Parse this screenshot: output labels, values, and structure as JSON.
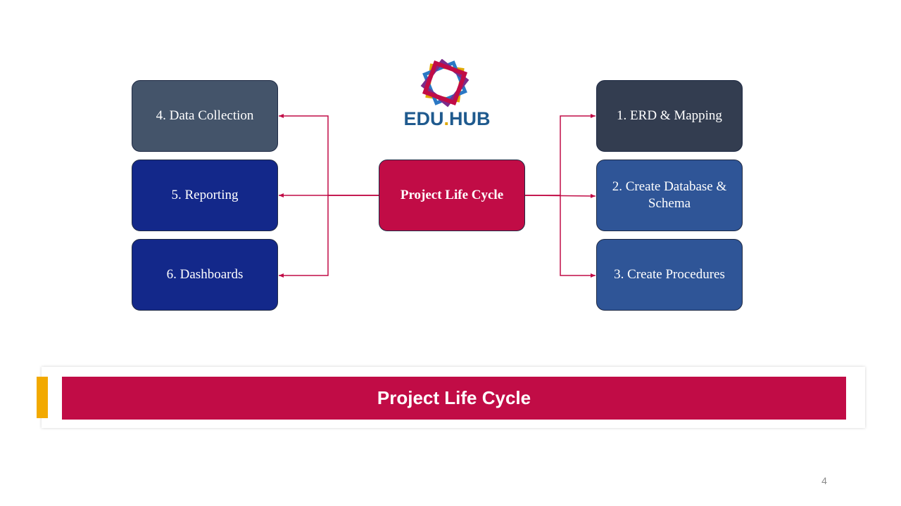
{
  "logo": {
    "part1": "EDU",
    "part2": ".",
    "part3": "HUB"
  },
  "diagram": {
    "center": {
      "label": "Project Life Cycle",
      "color": "#c10c46"
    },
    "right": [
      {
        "label": "1. ERD & Mapping",
        "color": "#333d50"
      },
      {
        "label": "2. Create Database & Schema",
        "color": "#2f5597"
      },
      {
        "label": "3. Create Procedures",
        "color": "#2f5597"
      }
    ],
    "left": [
      {
        "label": "4. Data Collection",
        "color": "#44546a"
      },
      {
        "label": "5. Reporting",
        "color": "#13288a"
      },
      {
        "label": "6. Dashboards",
        "color": "#13288a"
      }
    ],
    "connector_color": "#c10c46"
  },
  "banner": {
    "title": "Project Life Cycle",
    "accent_color": "#f2a900",
    "color": "#c10c46"
  },
  "page_number": "4"
}
